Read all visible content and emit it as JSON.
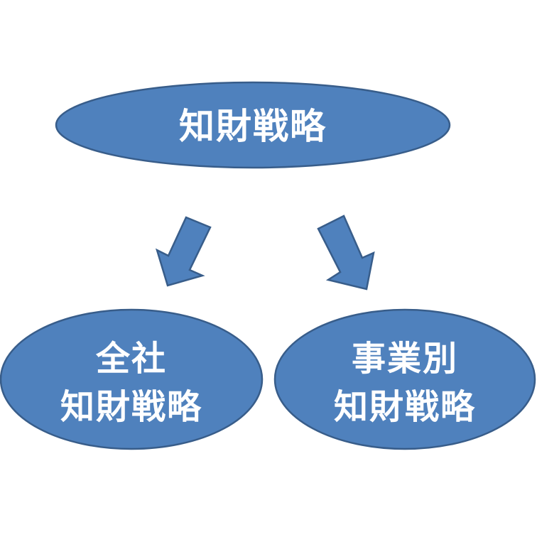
{
  "colors": {
    "fill": "#4f81bd",
    "stroke": "#385d8a",
    "text": "#ffffff"
  },
  "nodes": {
    "top": {
      "label": "知財戦略"
    },
    "left": {
      "line1": "全社",
      "line2": "知財戦略"
    },
    "right": {
      "line1": "事業別",
      "line2": "知財戦略"
    }
  },
  "edges": [
    {
      "from": "top",
      "to": "left",
      "icon": "arrow-down-left-icon"
    },
    {
      "from": "top",
      "to": "right",
      "icon": "arrow-down-right-icon"
    }
  ]
}
